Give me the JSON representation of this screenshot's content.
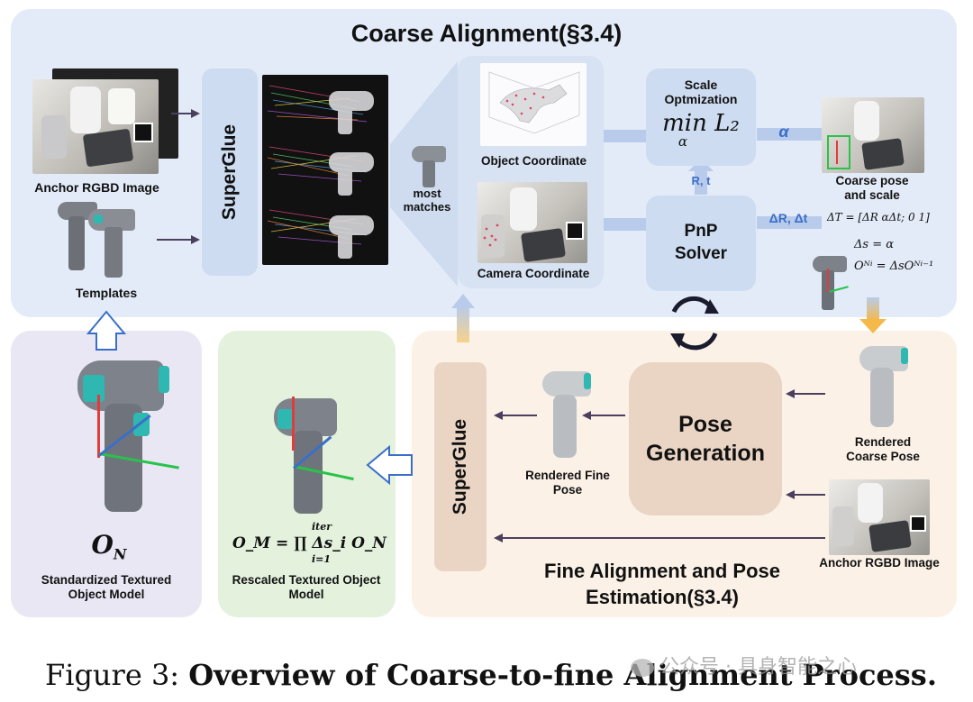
{
  "coarse": {
    "title": "Coarse Alignment(§3.4)",
    "anchor_label": "Anchor RGBD Image",
    "templates_label": "Templates",
    "superglue": "SuperGlue",
    "most_matches": "most matches",
    "object_coord": "Object Coordinate",
    "camera_coord": "Camera Coordinate",
    "scale_title": "Scale Optmization",
    "scale_formula": "min L₂",
    "scale_sub": "α",
    "alpha": "α",
    "rt": "R, t",
    "pnp": "PnP Solver",
    "dRdt": "ΔR, Δt",
    "coarse_pose_label": "Coarse pose and scale",
    "eq_T": "ΔT = [ΔR αΔt; 0 1]",
    "eq_s": "Δs = α",
    "eq_O": "Oᴺⁱ = ΔsOᴺⁱ⁻¹"
  },
  "left": {
    "on_symbol": "O",
    "on_sub": "N",
    "std_label": "Standardized Textured Object Model"
  },
  "middle": {
    "formula": "O_M = ∏ Δs_i O_N",
    "prod_top": "iter",
    "prod_bottom": "i=1",
    "rescaled_label": "Rescaled Textured Object Model"
  },
  "fine": {
    "superglue": "SuperGlue",
    "pose_gen": "Pose Generation",
    "rendered_fine": "Rendered Fine Pose",
    "rendered_coarse": "Rendered Coarse Pose",
    "anchor_label": "Anchor RGBD Image",
    "title": "Fine Alignment and Pose Estimation(§3.4)"
  },
  "caption": {
    "prefix": "Figure 3:",
    "text": "Overview of Coarse-to-fine Alignment Process."
  },
  "watermark": "公众号 · 具身智能之心",
  "colors": {
    "coarse_bg": "#e3ebf8",
    "left_bg": "#e9e7f4",
    "middle_bg": "#e3f1dd",
    "fine_bg": "#fbf1e7",
    "box_blue": "#cddcf1",
    "box_tan": "#ead5c4",
    "accent_blue": "#3a6fc9",
    "arrow_dark": "#4b3f5e"
  }
}
